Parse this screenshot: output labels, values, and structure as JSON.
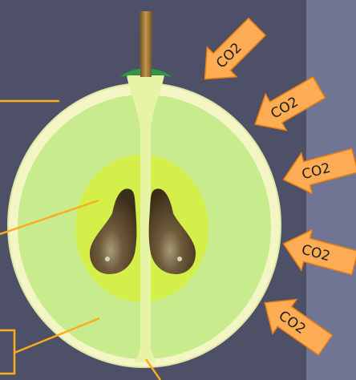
{
  "diagram": {
    "subject": "grape-berry-cross-section",
    "colors": {
      "background": "#4e5068",
      "right_panel": "#707593",
      "skin": "#f4f7c6",
      "flesh": "#c6eb8a",
      "inner_zone": "#d4f04a",
      "seed": "#5c4a2f",
      "stem": "#a47e3c",
      "stem_leaf": "#2f9a3f",
      "callout_line": "#ffab1a",
      "arrow_fill": "#ffad55",
      "arrow_stroke": "#ef7f10"
    },
    "arrows": [
      {
        "label": "CO2"
      },
      {
        "label": "CO2"
      },
      {
        "label": "CO2"
      },
      {
        "label": "CO2"
      },
      {
        "label": "CO2"
      }
    ]
  }
}
